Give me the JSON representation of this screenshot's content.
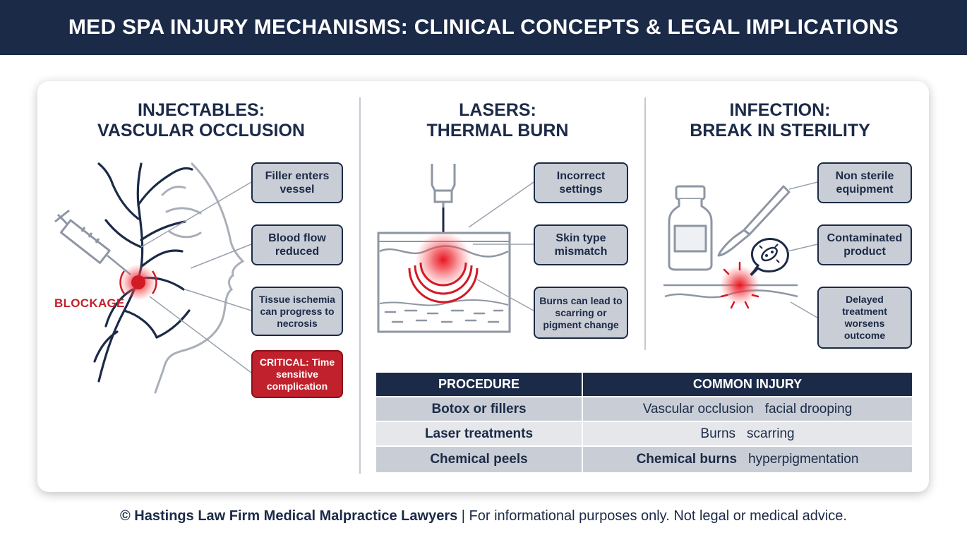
{
  "header": {
    "title": "MED SPA INJURY MECHANISMS: CLINICAL CONCEPTS & LEGAL IMPLICATIONS"
  },
  "panels": [
    {
      "title_line1": "INJECTABLES:",
      "title_line2": "VASCULAR OCCLUSION",
      "label": "BLOCKAGE",
      "callouts": [
        "Filler enters vessel",
        "Blood flow reduced",
        "Tissue ischemia can progress to necrosis",
        "CRITICAL: Time sensitive complication"
      ]
    },
    {
      "title_line1": "LASERS:",
      "title_line2": "THERMAL BURN",
      "callouts": [
        "Incorrect settings",
        "Skin type mismatch",
        "Burns can lead to scarring or pigment change"
      ]
    },
    {
      "title_line1": "INFECTION:",
      "title_line2": "BREAK IN STERILITY",
      "callouts": [
        "Non sterile equipment",
        "Contaminated product",
        "Delayed treatment worsens outcome"
      ]
    }
  ],
  "table": {
    "headers": [
      "PROCEDURE",
      "COMMON INJURY"
    ],
    "rows": [
      {
        "procedure": "Botox or fillers",
        "injury_a": "Vascular occlusion",
        "injury_b": "facial drooping"
      },
      {
        "procedure": "Laser treatments",
        "injury_a": "Burns",
        "injury_b": "scarring"
      },
      {
        "procedure": "Chemical peels",
        "injury_a": "Chemical burns",
        "injury_b": "hyperpigmentation"
      }
    ]
  },
  "footer": {
    "brand": "© Hastings Law Firm Medical Malpractice Lawyers",
    "separator": " | ",
    "disclaimer": "For informational purposes only. Not legal or medical advice."
  },
  "colors": {
    "navy": "#1b2a47",
    "red": "#c0212c",
    "pill_gray": "#c9ced6",
    "row_light": "#e5e7eb"
  },
  "icons": [
    "syringe-icon",
    "face-profile-icon",
    "vessel-tree-icon",
    "laser-handpiece-icon",
    "skin-layers-icon",
    "vial-icon",
    "scalpel-icon",
    "bacteria-icon"
  ]
}
